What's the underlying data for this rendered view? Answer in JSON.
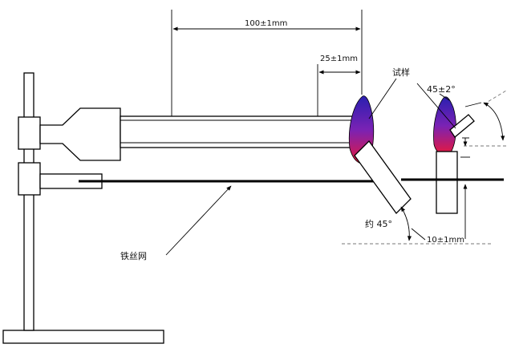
{
  "labels": {
    "dim_100": "100±1mm",
    "dim_25": "25±1mm",
    "specimen": "试样",
    "angle_45_2": "45±2°",
    "angle_approx_45": "约 45°",
    "dim_10": "10±1mm",
    "wire_gauze": "铁丝网"
  },
  "colors": {
    "flame_top": "#2a1fb0",
    "flame_mid": "#7a22b4",
    "flame_bottom": "#e8183c"
  }
}
